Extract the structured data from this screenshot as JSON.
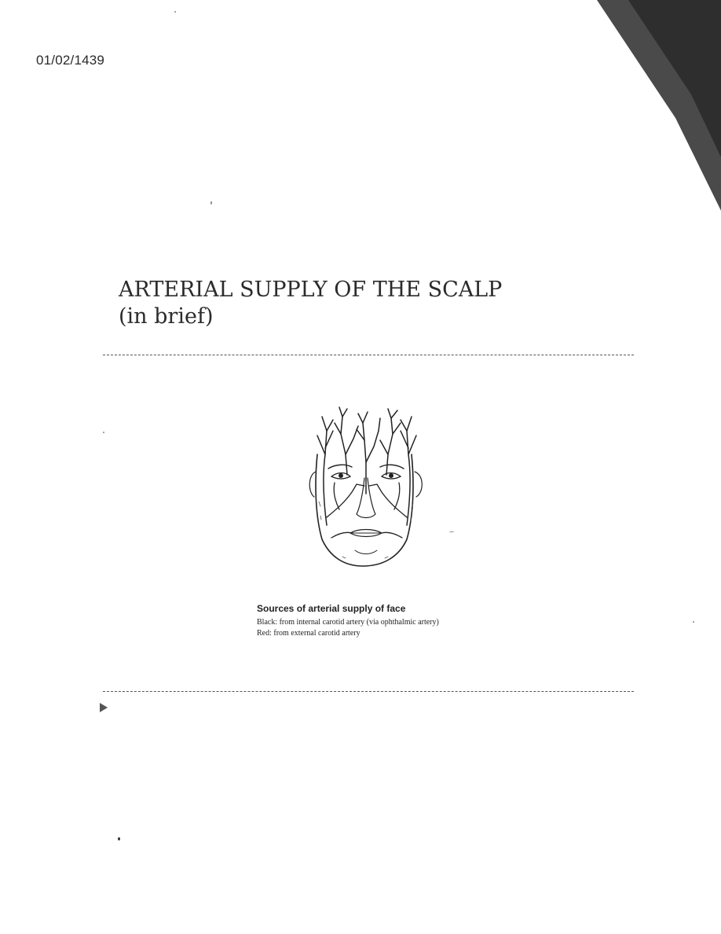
{
  "header": {
    "date_stamp": "01/02/1439"
  },
  "title": {
    "line1": "ARTERIAL SUPPLY OF THE SCALP",
    "line2": "(in brief)"
  },
  "figure": {
    "caption_title": "Sources of arterial supply of face",
    "caption_black": "Black: from internal carotid artery (via ophthalmic artery)",
    "caption_red": "Red: from external carotid artery"
  }
}
